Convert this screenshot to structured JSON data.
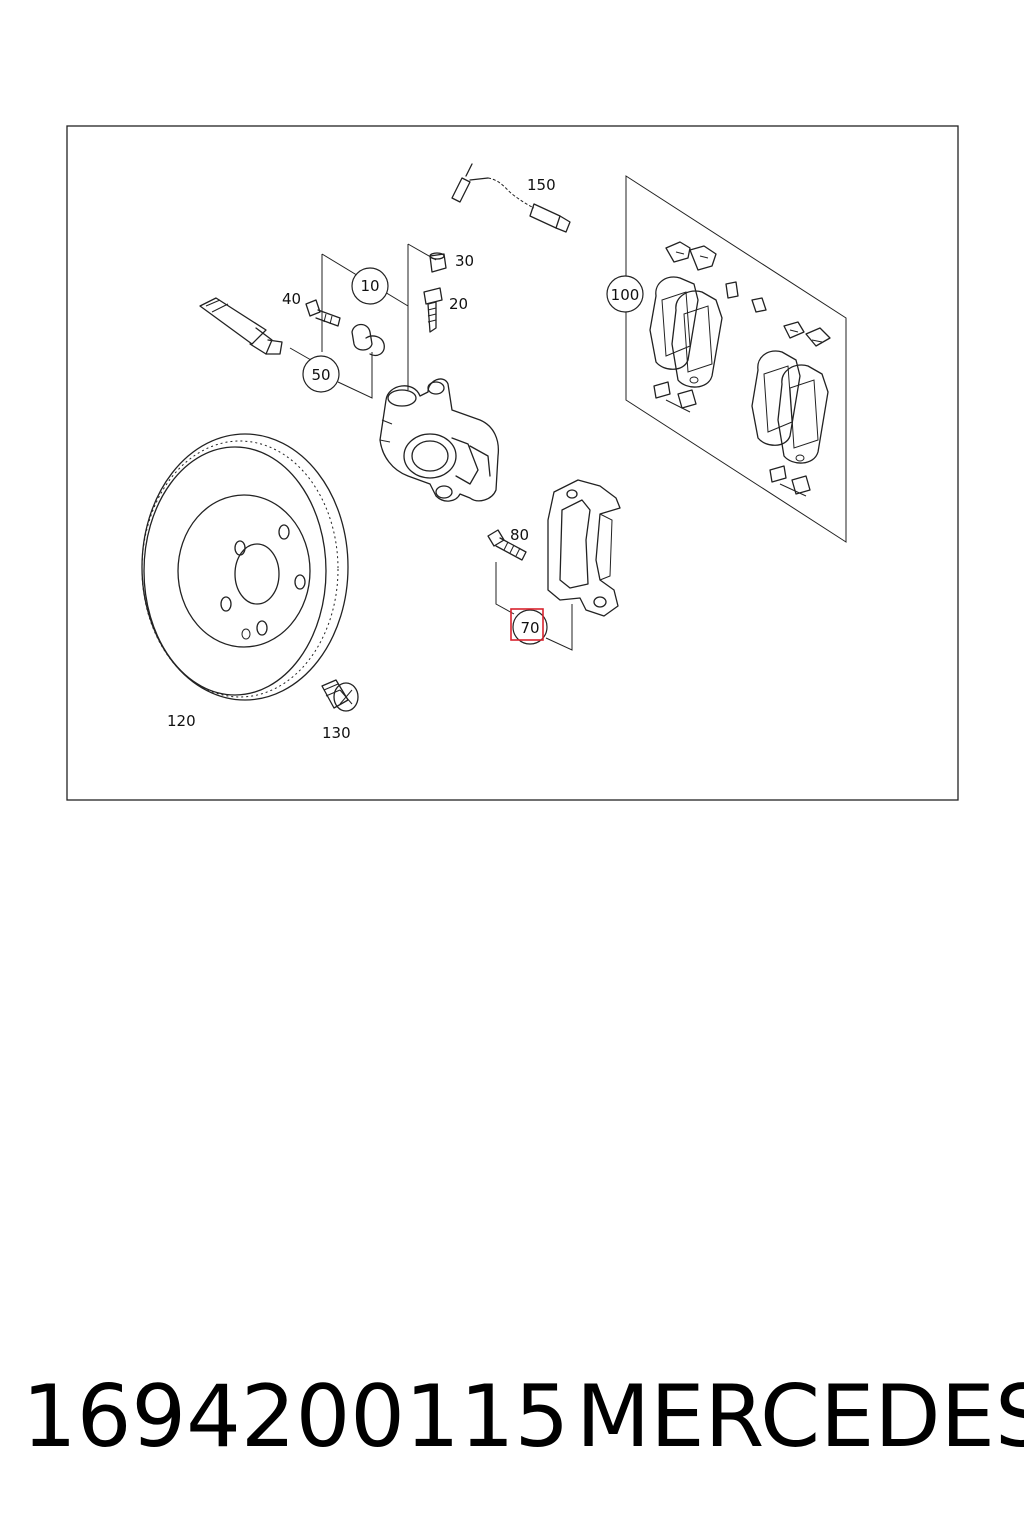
{
  "diagram": {
    "callouts": {
      "c10": "10",
      "c20": "20",
      "c30": "30",
      "c40": "40",
      "c50": "50",
      "c70": "70",
      "c80": "80",
      "c100": "100",
      "c120": "120",
      "c130": "130",
      "c150": "150"
    },
    "highlighted_callout": "70",
    "highlight_color": "#d9232e"
  },
  "caption": {
    "part_number": "1694200115",
    "brand": "MERCEDES"
  }
}
